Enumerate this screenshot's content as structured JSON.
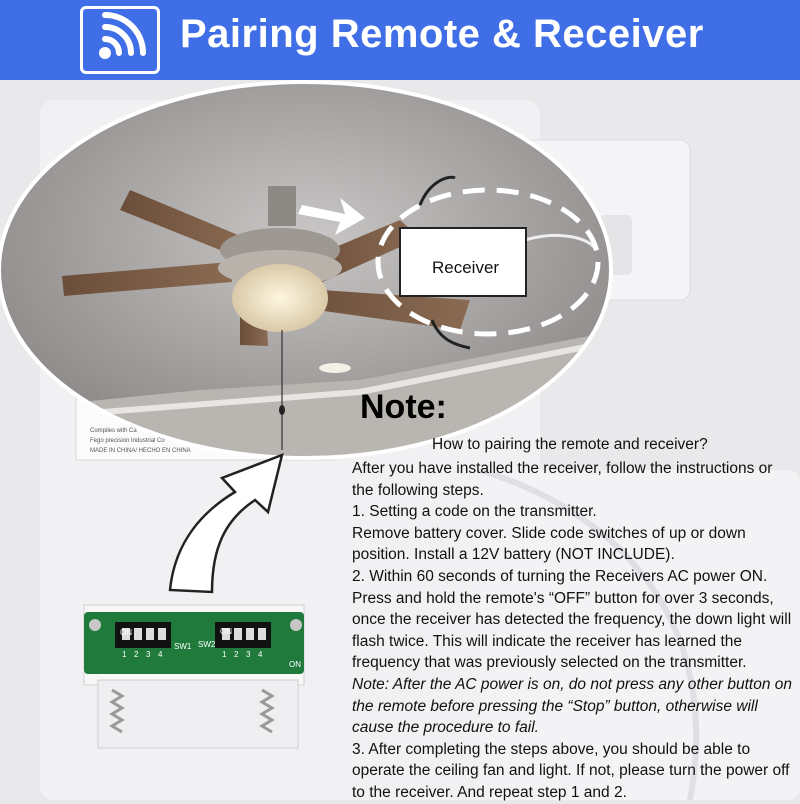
{
  "banner": {
    "icon": "wifi-signal-icon",
    "title": "Pairing Remote & Receiver",
    "color": "#3f6ee7"
  },
  "illustration": {
    "receiver_label": "Receiver",
    "pcb": {
      "switch1_label": "SW1",
      "switch2_label": "SW2",
      "on_label": "ON",
      "switch_numbers": [
        "1",
        "2",
        "3",
        "4"
      ]
    },
    "back_label_lines": [
      "Compiles with Ca",
      "Fego precision Industrial Co",
      "MADE IN CHINA/ HECHO EN CHINA"
    ]
  },
  "note": {
    "heading": "Note:",
    "question": "How to pairing the remote and receiver?",
    "paragraphs": [
      {
        "text": "After you have installed the receiver, follow the instructions or the following steps.",
        "italic": false
      },
      {
        "text": "1. Setting a code on the transmitter.",
        "italic": false
      },
      {
        "text": "Remove battery cover. Slide code switches of up or down position. Install a 12V battery (NOT INCLUDE).",
        "italic": false
      },
      {
        "text": "2. Within 60 seconds of turning the Receivers AC power ON. Press and hold the remote's “OFF” button for over 3 seconds, once the receiver has detected the frequency, the down light will flash twice. This will indicate the receiver has learned the frequency that was previously selected on the transmitter.",
        "italic": false
      },
      {
        "text": "Note: After the AC power is on, do not press any other button on the remote before pressing the “Stop” button, otherwise will cause the procedure to fail.",
        "italic": true
      },
      {
        "text": "3. After completing the steps above, you should be able to operate the ceiling fan and light. If not, please turn the power off to the receiver. And repeat step 1 and 2.",
        "italic": false
      }
    ]
  }
}
